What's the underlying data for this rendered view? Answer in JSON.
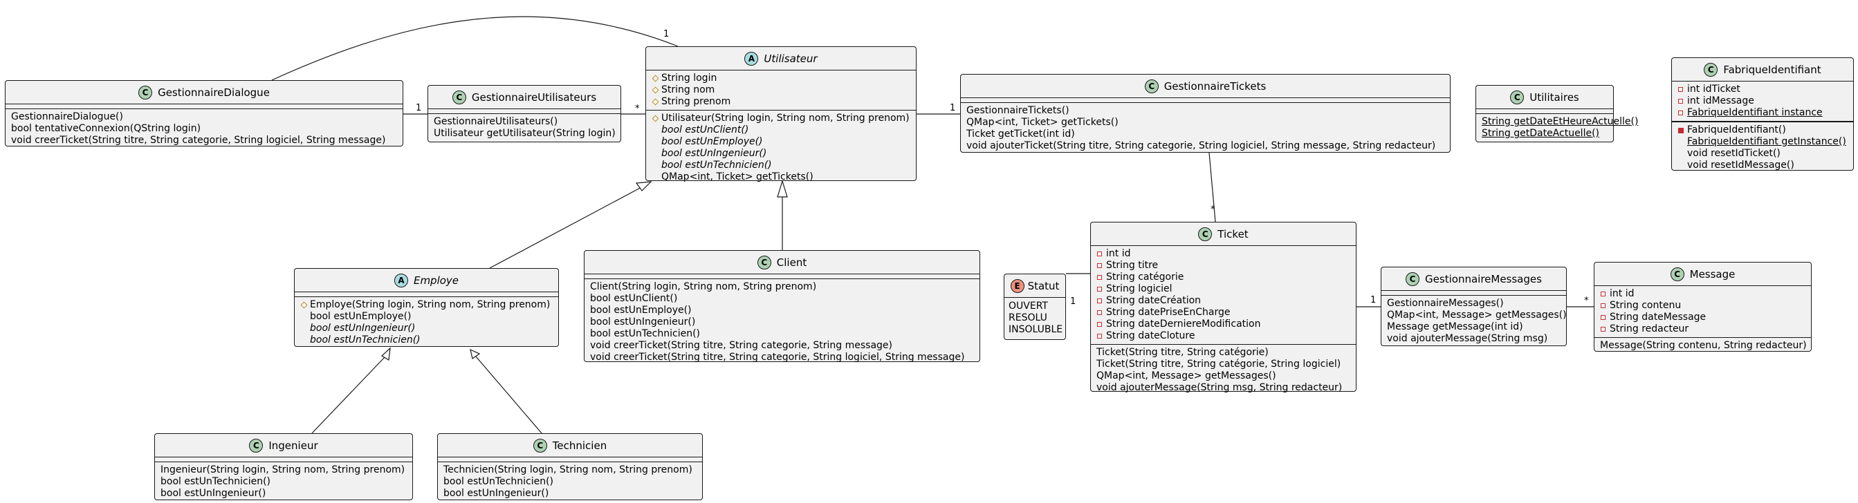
{
  "diagram": {
    "classes": {
      "gestionnaire_dialogue": {
        "name": "GestionnaireDialogue",
        "stereotype": "C",
        "methods": [
          "GestionnaireDialogue()",
          "bool tentativeConnexion(QString login)",
          "void creerTicket(String titre, String categorie,  String logiciel, String message)"
        ]
      },
      "gestionnaire_utilisateurs": {
        "name": "GestionnaireUtilisateurs",
        "stereotype": "C",
        "methods": [
          "GestionnaireUtilisateurs()",
          "Utilisateur getUtilisateur(String login)"
        ]
      },
      "utilisateur": {
        "name": "Utilisateur",
        "stereotype": "A",
        "attributes": [
          "String login",
          "String nom",
          "String prenom"
        ],
        "methods": [
          "Utilisateur(String login, String nom, String prenom)",
          "bool estUnClient()",
          "bool estUnEmploye()",
          "bool estUnIngenieur()",
          "bool estUnTechnicien()",
          "QMap<int, Ticket> getTickets()"
        ]
      },
      "gestionnaire_tickets": {
        "name": "GestionnaireTickets",
        "stereotype": "C",
        "methods": [
          "GestionnaireTickets()",
          "QMap<int, Ticket> getTickets()",
          "Ticket getTicket(int id)",
          "void ajouterTicket(String titre, String categorie, String logiciel, String message, String redacteur)"
        ]
      },
      "utilitaires": {
        "name": "Utilitaires",
        "stereotype": "C",
        "methods": [
          "String getDateEtHeureActuelle()",
          "String getDateActuelle()"
        ]
      },
      "fabrique_identifiant": {
        "name": "FabriqueIdentifiant",
        "stereotype": "C",
        "attributes": [
          "int idTicket",
          "int idMessage",
          "FabriqueIdentifiant instance"
        ],
        "methods": [
          "FabriqueIdentifiant()",
          "FabriqueIdentifiant getInstance()",
          "void resetIdTicket()",
          "void resetIdMessage()"
        ]
      },
      "employe": {
        "name": "Employe",
        "stereotype": "A",
        "methods": [
          "Employe(String login, String nom, String prenom)",
          "bool estUnEmploye()",
          "bool estUnIngenieur()",
          "bool estUnTechnicien()"
        ]
      },
      "client": {
        "name": "Client",
        "stereotype": "C",
        "methods": [
          "Client(String login, String nom, String prenom)",
          "bool estUnClient()",
          "bool estUnEmploye()",
          "bool estUnIngenieur()",
          "bool estUnTechnicien()",
          "void creerTicket(String titre, String categorie, String message)",
          "void creerTicket(String titre, String categorie, String logiciel, String message)"
        ]
      },
      "ingenieur": {
        "name": "Ingenieur",
        "stereotype": "C",
        "methods": [
          "Ingenieur(String login, String nom, String prenom)",
          "bool estUnTechnicien()",
          "bool estUnIngenieur()"
        ]
      },
      "technicien": {
        "name": "Technicien",
        "stereotype": "C",
        "methods": [
          "Technicien(String login, String nom, String prenom)",
          "bool estUnTechnicien()",
          "bool estUnIngenieur()"
        ]
      },
      "statut": {
        "name": "Statut",
        "stereotype": "E",
        "values": [
          "OUVERT",
          "RESOLU",
          "INSOLUBLE"
        ]
      },
      "ticket": {
        "name": "Ticket",
        "stereotype": "C",
        "attributes": [
          "int id",
          "String titre",
          "String catégorie",
          "String logiciel",
          "String dateCréation",
          "String datePriseEnCharge",
          "String dateDerniereModification",
          "String dateCloture"
        ],
        "methods": [
          "Ticket(String titre, String catégorie)",
          "Ticket(String titre, String catégorie,  String logiciel)",
          "QMap<int, Message> getMessages()",
          "void ajouterMessage(String msg, String redacteur)"
        ]
      },
      "gestionnaire_messages": {
        "name": "GestionnaireMessages",
        "stereotype": "C",
        "methods": [
          "GestionnaireMessages()",
          "QMap<int, Message> getMessages()",
          "Message getMessage(int id)",
          "void ajouterMessage(String msg)"
        ]
      },
      "message": {
        "name": "Message",
        "stereotype": "C",
        "attributes": [
          "int id",
          "String contenu",
          "String dateMessage",
          "String redacteur"
        ],
        "methods": [
          "Message(String contenu, String redacteur)"
        ]
      }
    },
    "multiplicities": {
      "dialogue_utilisateur": "1",
      "dialogue_gutil": "1",
      "gutil_utilisateur": "*",
      "utilisateur_gtickets": "1",
      "gtickets_ticket": "*",
      "statut_ticket": "1",
      "ticket_gmessages": "1",
      "gmessages_message": "*"
    },
    "colors": {
      "class_badge": "#add1b2",
      "abstract_badge": "#a9dcdf",
      "enum_badge": "#eb937f",
      "box_fill": "#f1f1f1",
      "border": "#181818",
      "protected_marker": "#b38d22",
      "private_marker": "#c82930"
    }
  }
}
